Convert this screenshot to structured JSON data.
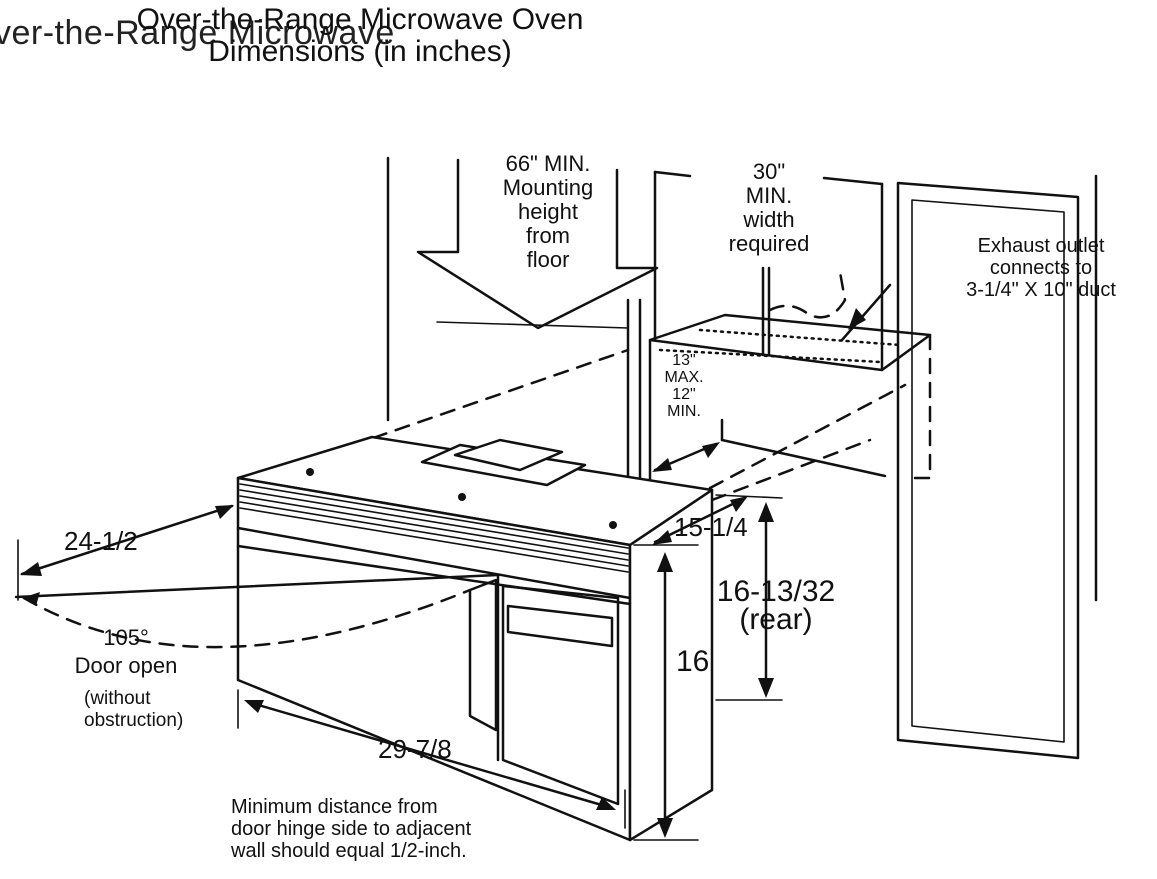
{
  "diagram": {
    "title_line1": "Over-the-Range Microwave Oven",
    "title_line2": "Dimensions (in inches)",
    "ghost_title": "ver-the-Range Microwave",
    "mounting_height": [
      "66\" MIN.",
      "Mounting",
      "height",
      "from",
      "floor"
    ],
    "width_required": [
      "30\"",
      "MIN.",
      "width",
      "required"
    ],
    "exhaust_outlet": [
      "Exhaust outlet",
      "connects to",
      "3-1/4\" X 10\" duct"
    ],
    "cabinet_depth": [
      "13\"",
      "MAX.",
      "12\"",
      "MIN."
    ],
    "depth_top": "15-1/4",
    "height_rear_value": "16-13/32",
    "height_rear_label": "(rear)",
    "height_front": "16",
    "door_clearance": "24-1/2",
    "door_angle": "105°",
    "door_open": "Door open",
    "door_open_note": [
      "(without",
      "obstruction)"
    ],
    "width_value": "29-7/8",
    "hinge_note": [
      "Minimum distance from",
      "door hinge side to adjacent",
      "wall should equal 1/2-inch."
    ]
  }
}
